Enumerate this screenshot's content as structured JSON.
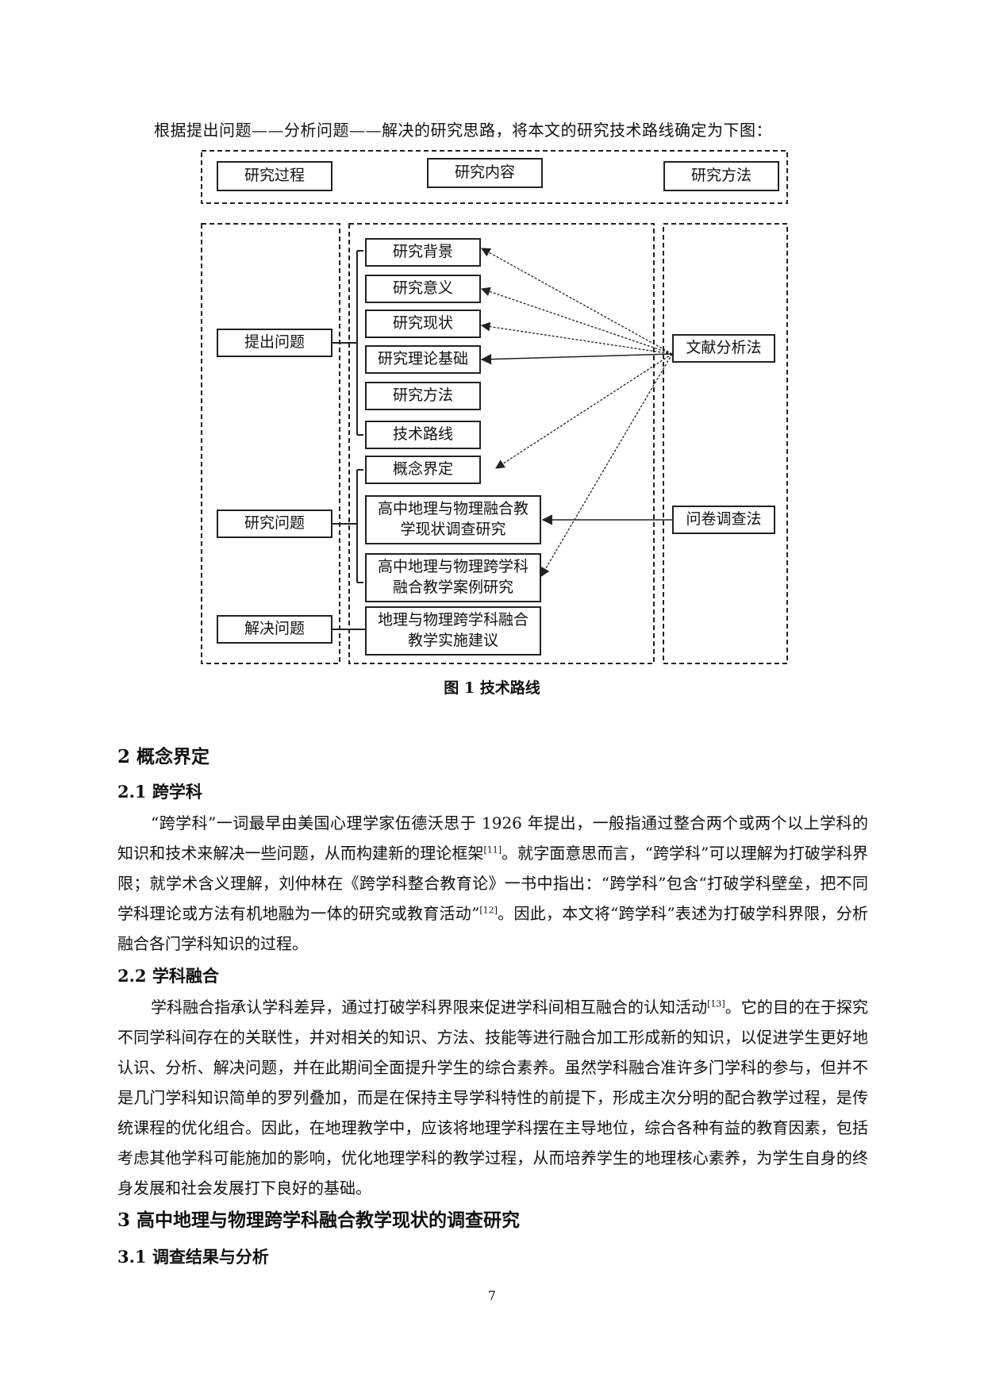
{
  "intro": "根据提出问题——分析问题——解决的研究思路，将本文的研究技术路线确定为下图：",
  "diagram": {
    "headers": [
      "研究过程",
      "研究内容",
      "研究方法"
    ],
    "stages": [
      "提出问题",
      "研究问题",
      "解决问题"
    ],
    "contents": [
      "研究背景",
      "研究意义",
      "研究现状",
      "研究理论基础",
      "研究方法",
      "技术路线",
      "概念界定",
      "高中地理与物理融合教学现状调查研究",
      "高中地理与物理跨学科融合教学案例研究",
      "地理与物理跨学科融合教学实施建议"
    ],
    "methods": [
      "文献分析法",
      "问卷调查法"
    ]
  },
  "caption": "图 1  技术路线",
  "sections": {
    "s2": "2 概念界定",
    "s2_1": "2.1 跨学科",
    "p1": [
      "“跨学科”一词最早由美国心理学家伍德沃思于 1926 年提出，一般指通过整合两个或两个以上学科的知识和技术来解决一些问题，从而构建新的理论框架",
      "[11]",
      "。就字面意思而言，“跨学科”可以理解为打破学科界限；就学术含义理解，刘仲林在《跨学科整合教育论》一书中指出：“跨学科”包含“打破学科壁垒，把不同学科理论或方法有机地融为一体的研究或教育活动”",
      "[12]",
      "。因此，本文将“跨学科”表述为打破学科界限，分析融合各门学科知识的过程。"
    ],
    "s2_2": "2.2 学科融合",
    "p2": [
      "学科融合指承认学科差异，通过打破学科界限来促进学科间相互融合的认知活动",
      "[13]",
      "。它的目的在于探究不同学科间存在的关联性，并对相关的知识、方法、技能等进行融合加工形成新的知识，以促进学生更好地认识、分析、解决问题，并在此期间全面提升学生的综合素养。虽然学科融合准许多门学科的参与，但并不是几门学科知识简单的罗列叠加，而是在保持主导学科特性的前提下，形成主次分明的配合教学过程，是传统课程的优化组合。因此，在地理教学中，应该将地理学科摆在主导地位，综合各种有益的教育因素，包括考虑其他学科可能施加的影响，优化地理学科的教学过程，从而培养学生的地理核心素养，为学生自身的终身发展和社会发展打下良好的基础。"
    ],
    "s3": "3 高中地理与物理跨学科融合教学现状的调查研究",
    "s3_1": "3.1 调查结果与分析"
  },
  "page_number": "7"
}
